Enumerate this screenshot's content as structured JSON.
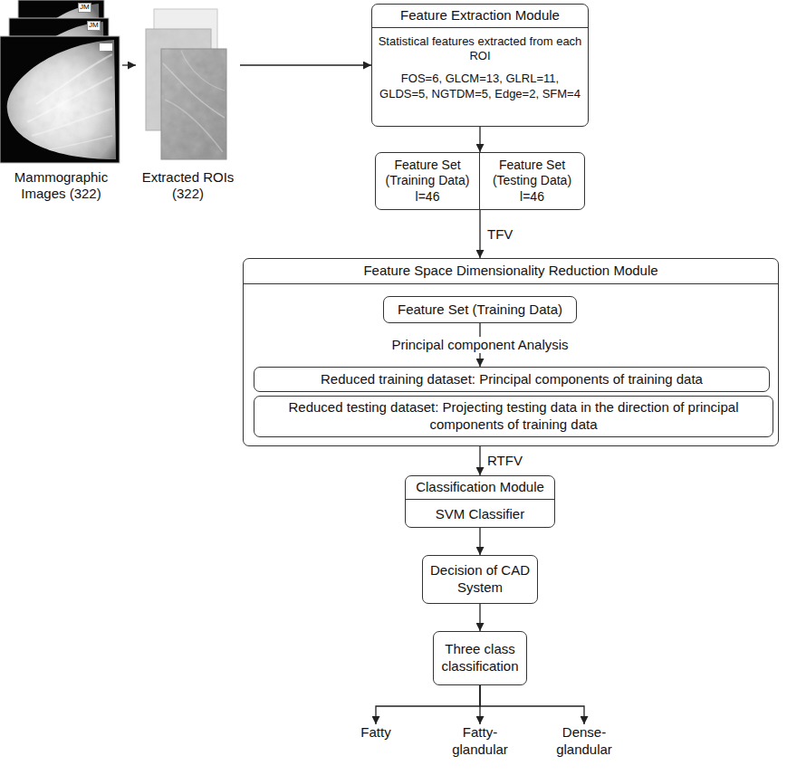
{
  "diagram": {
    "nodes": [
      {
        "text": [
          "Mammographic Images (322)"
        ]
      },
      {
        "text": [
          "Extracted ROIs (322)"
        ]
      },
      {
        "text": [
          "Feature Extraction Module",
          "Statistical features extracted from each ROI",
          "FOS=6, GLCM=13, GLRL=11, GLDS=5, NGTDM=5, Edge=2, SFM=4"
        ]
      },
      {
        "text": [
          "Feature Set (Training Data) l=46",
          "Feature Set (Testing Data) l=46"
        ]
      },
      {
        "text": [
          "Feature Space Dimensionality Reduction Module"
        ]
      },
      {
        "text": [
          "Feature Set (Training Data)"
        ],
        "in": 4
      },
      {
        "text": [
          "Reduced training dataset: Principal components of training data"
        ],
        "in": 4
      },
      {
        "text": [
          "Reduced testing dataset: Projecting testing data in the direction of principal components of training data"
        ],
        "in": 4
      },
      {
        "text": [
          "Classification Module",
          "SVM Classifier"
        ]
      },
      {
        "text": [
          "Decision of CAD System"
        ]
      },
      {
        "text": [
          "Three class classification"
        ]
      },
      {
        "text": [
          "Fatty"
        ]
      },
      {
        "text": [
          "Fatty- glandular"
        ]
      },
      {
        "text": [
          "Dense- glandular"
        ]
      }
    ],
    "edges": [
      {
        "from": 0,
        "to": 1,
        "arrow": "to"
      },
      {
        "from": 1,
        "to": 2,
        "arrow": "to"
      },
      {
        "from": 2,
        "to": 3,
        "arrow": "to"
      },
      {
        "from": 3,
        "to": 4,
        "label": "TFV",
        "arrow": "to"
      },
      {
        "from": 5,
        "to": 6,
        "label": "Principal component Analysis",
        "arrow": "to"
      },
      {
        "from": 4,
        "to": 8,
        "label": "RTFV",
        "arrow": "to"
      },
      {
        "from": 8,
        "to": 9,
        "arrow": "to"
      },
      {
        "from": 9,
        "to": 10,
        "arrow": "to"
      },
      {
        "from": 10,
        "to": 11,
        "arrow": "to"
      },
      {
        "from": 10,
        "to": 12,
        "arrow": "to"
      },
      {
        "from": 10,
        "to": 13,
        "arrow": "to"
      }
    ],
    "labels": [
      "JM",
      "JM"
    ]
  }
}
